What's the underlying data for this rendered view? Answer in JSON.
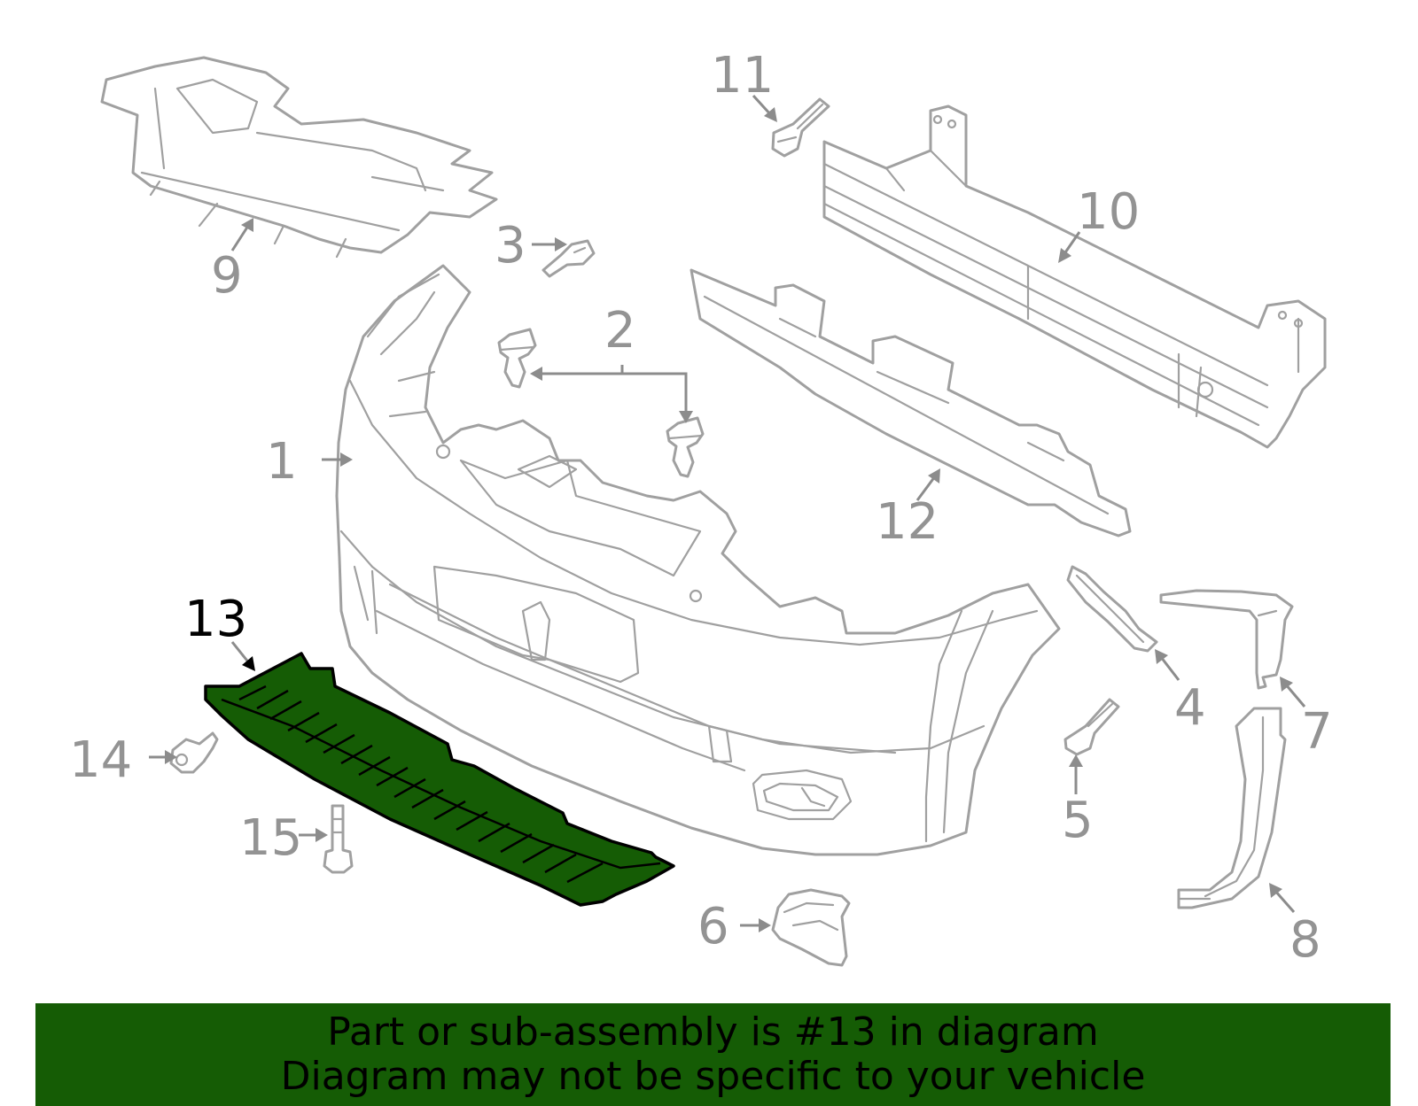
{
  "callouts": [
    {
      "id": "1",
      "label": "1",
      "highlighted": false
    },
    {
      "id": "2",
      "label": "2",
      "highlighted": false
    },
    {
      "id": "3",
      "label": "3",
      "highlighted": false
    },
    {
      "id": "4",
      "label": "4",
      "highlighted": false
    },
    {
      "id": "5",
      "label": "5",
      "highlighted": false
    },
    {
      "id": "6",
      "label": "6",
      "highlighted": false
    },
    {
      "id": "7",
      "label": "7",
      "highlighted": false
    },
    {
      "id": "8",
      "label": "8",
      "highlighted": false
    },
    {
      "id": "9",
      "label": "9",
      "highlighted": false
    },
    {
      "id": "10",
      "label": "10",
      "highlighted": false
    },
    {
      "id": "11",
      "label": "11",
      "highlighted": false
    },
    {
      "id": "12",
      "label": "12",
      "highlighted": false
    },
    {
      "id": "13",
      "label": "13",
      "highlighted": true
    },
    {
      "id": "14",
      "label": "14",
      "highlighted": false
    },
    {
      "id": "15",
      "label": "15",
      "highlighted": false
    }
  ],
  "banner": {
    "line1": "Part or sub-assembly is #13 in diagram",
    "line2": "Diagram may not be specific to your vehicle"
  },
  "colors": {
    "highlight_part": "#155c05",
    "banner_background": "#155c05",
    "part_outline": "#a0a0a0",
    "callout_text": "#939393",
    "highlighted_callout_text": "#000000"
  }
}
